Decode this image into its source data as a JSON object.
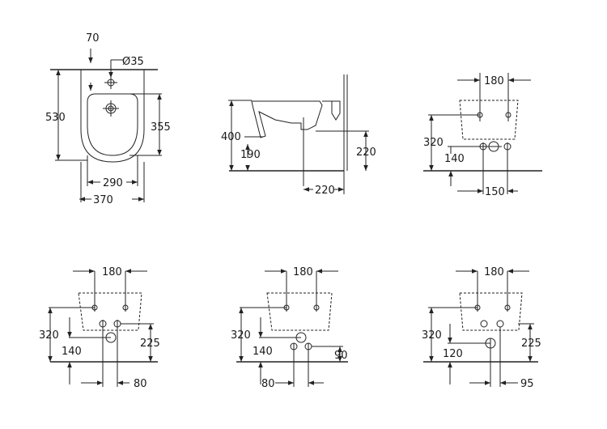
{
  "views": {
    "front": {
      "d70": "70",
      "dhole": "Ø35",
      "d530": "530",
      "d355": "355",
      "d290": "290",
      "d370": "370"
    },
    "side": {
      "d400": "400",
      "d190": "190",
      "d220v": "220",
      "d220h": "220"
    },
    "rear1": {
      "d180": "180",
      "d320": "320",
      "d140": "140",
      "d150": "150"
    },
    "rear2": {
      "d180": "180",
      "d320": "320",
      "d140": "140",
      "d225": "225",
      "d80": "80"
    },
    "rear3": {
      "d180": "180",
      "d320": "320",
      "d140": "140",
      "d90": "90",
      "d80": "80"
    },
    "rear4": {
      "d180": "180",
      "d320": "320",
      "d120": "120",
      "d225": "225",
      "d95": "95"
    }
  }
}
